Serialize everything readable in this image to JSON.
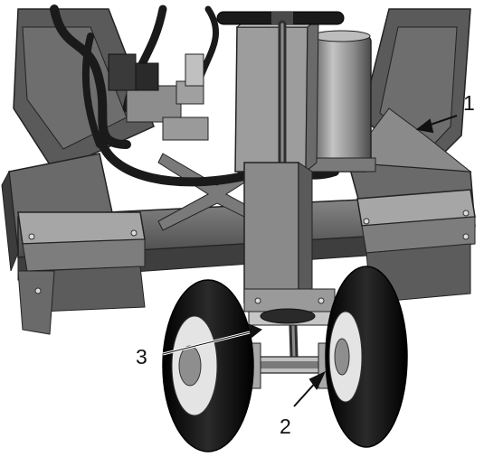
{
  "callouts": [
    {
      "id": "1",
      "label": "1"
    },
    {
      "id": "2",
      "label": "2"
    },
    {
      "id": "3",
      "label": "3"
    }
  ],
  "colors": {
    "frame_dark": "#4d4d4d",
    "frame_mid": "#7a7a7a",
    "frame_light": "#b3b3b3",
    "tire": "#111111",
    "rim": "#e6e6e6",
    "tank": "#9a9a9a",
    "leader_line": "#111111"
  }
}
